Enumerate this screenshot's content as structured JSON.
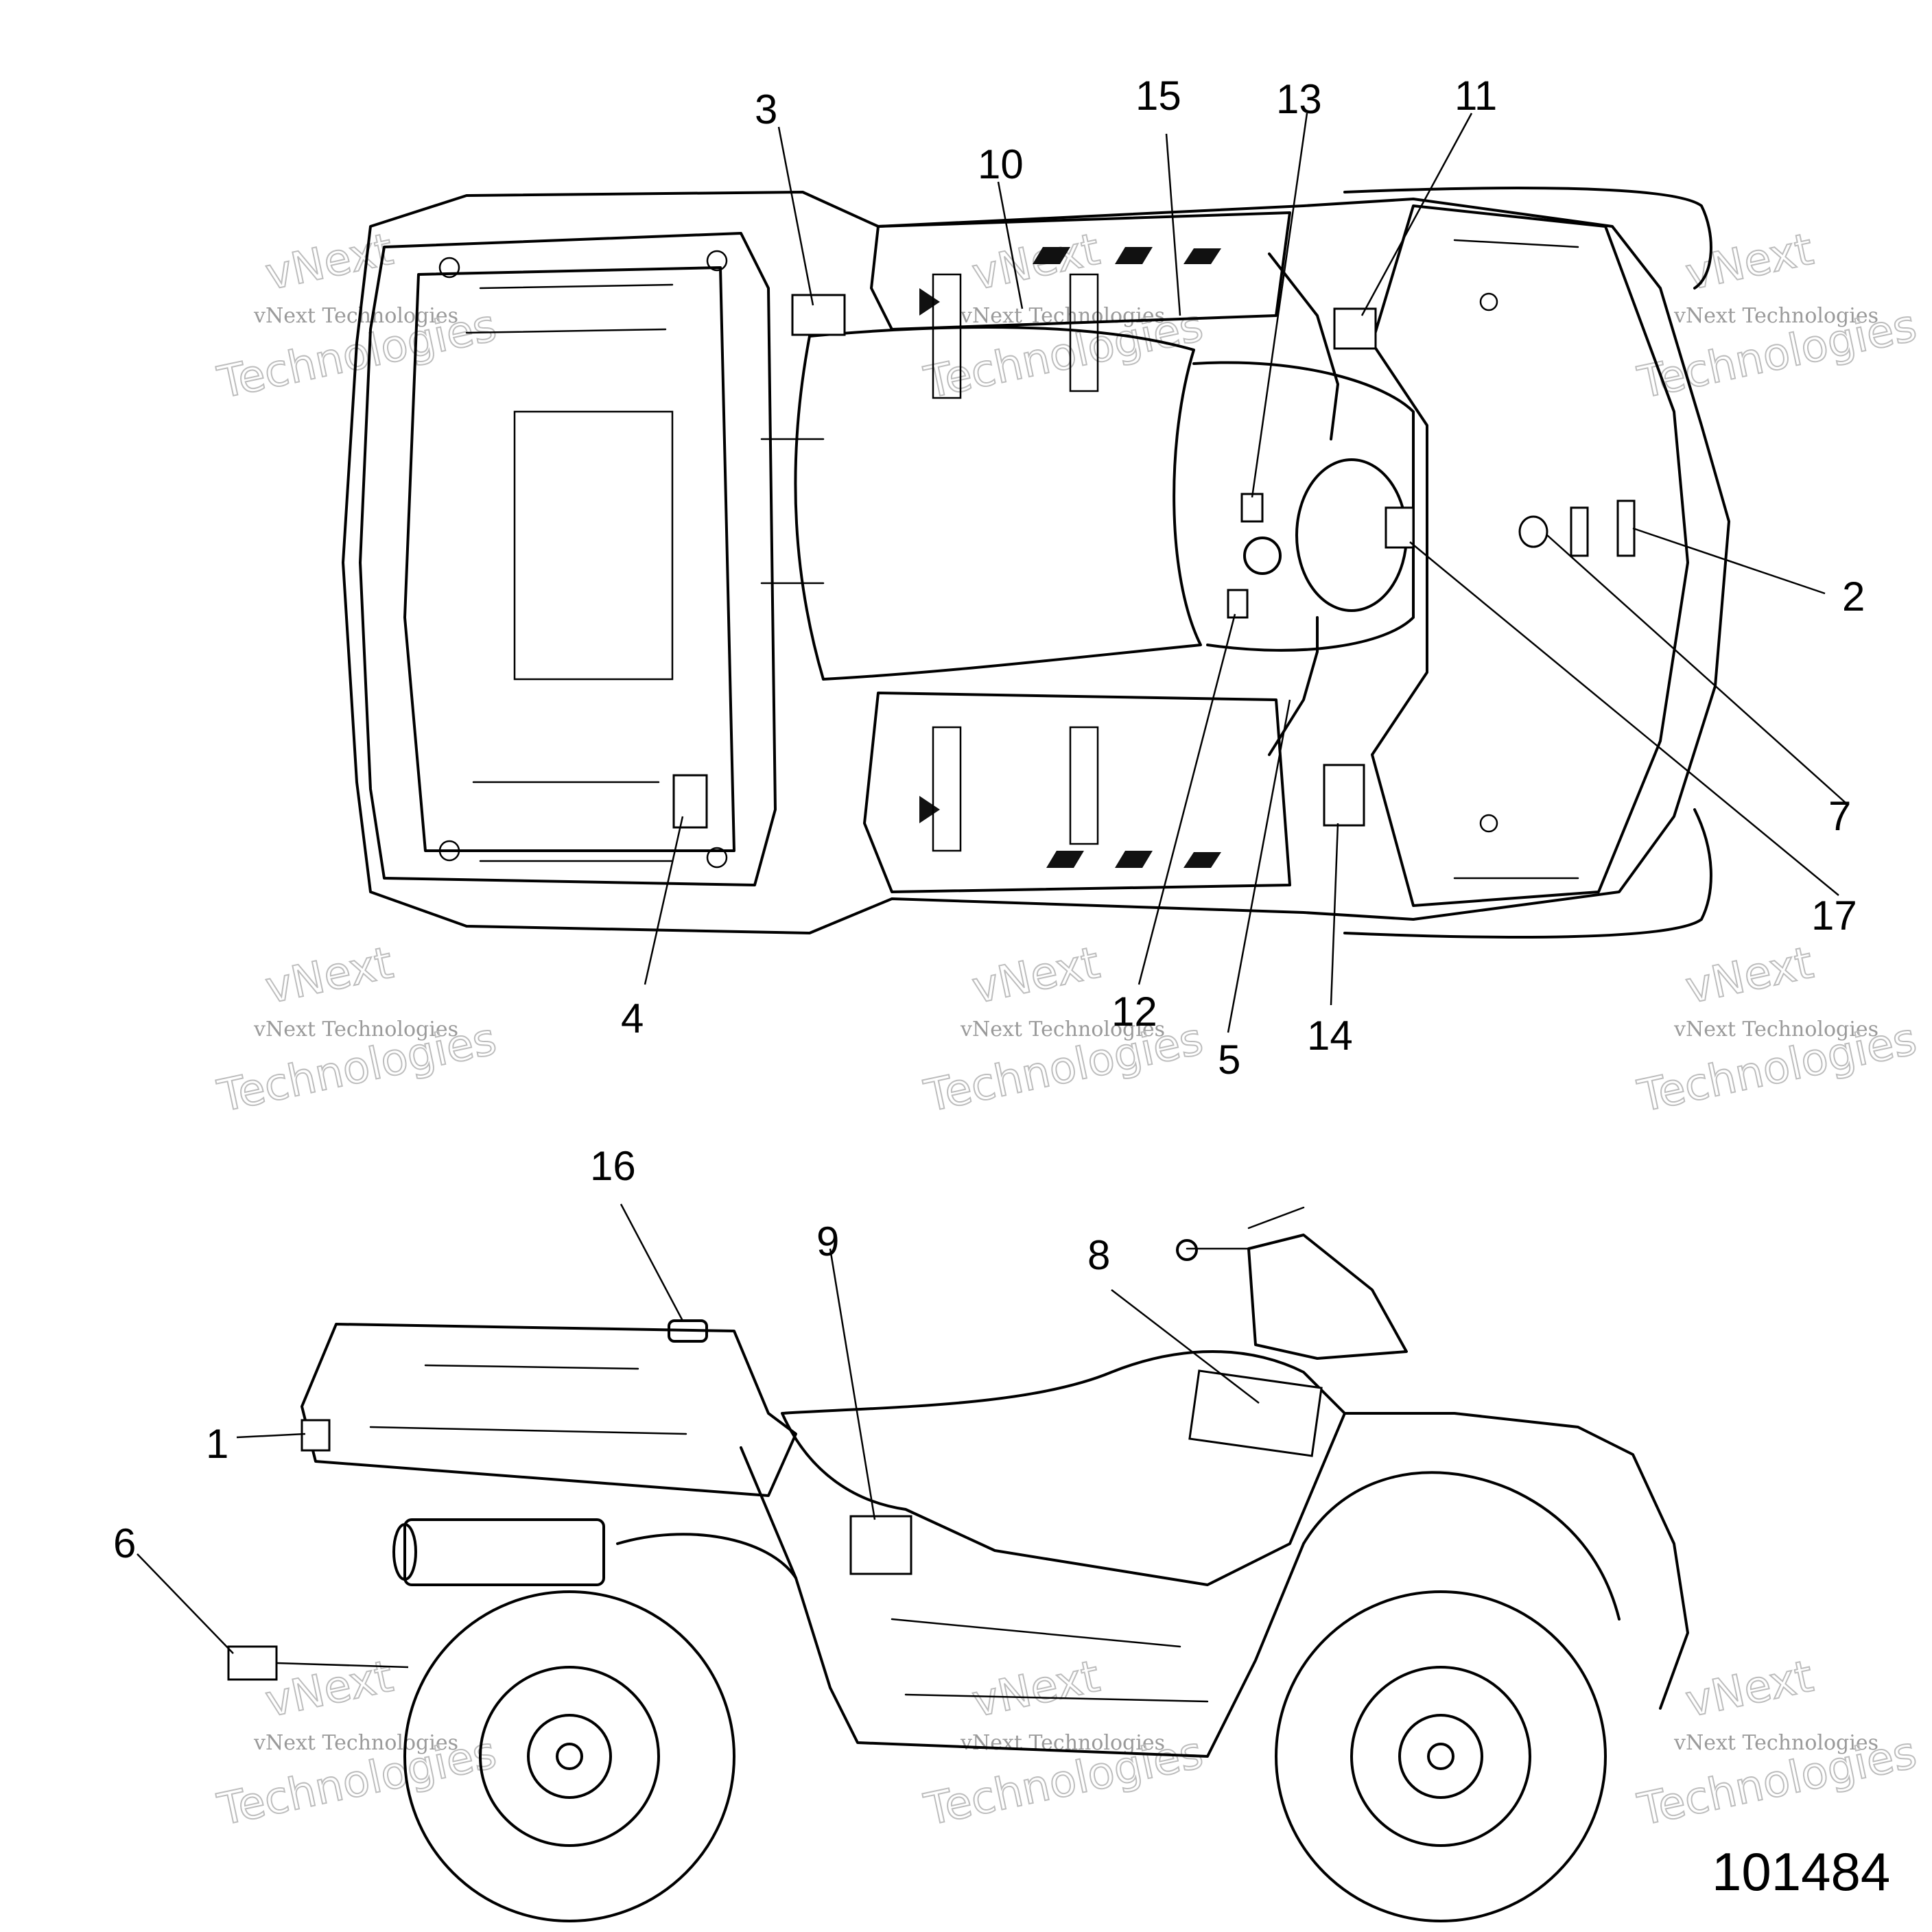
{
  "callouts": [
    "1",
    "2",
    "3",
    "4",
    "5",
    "6",
    "7",
    "8",
    "9",
    "10",
    "11",
    "12",
    "13",
    "14",
    "15",
    "16",
    "17"
  ],
  "figure_number": "101484",
  "watermark": {
    "line1": "vNext Technologies",
    "big_top": "vNext",
    "big_bottom": "Technologies"
  }
}
